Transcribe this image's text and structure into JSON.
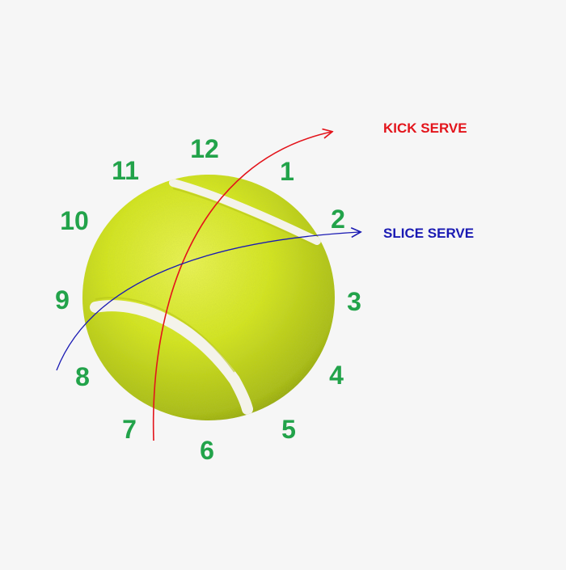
{
  "colors": {
    "background": "#f6f6f6",
    "ball": "#d6e81f",
    "ball_shadow": "#7f9208",
    "seam": "#f4f3ea",
    "clock_numbers": "#22a34a",
    "kick_serve": "#e3141b",
    "slice_serve": "#1a1ab3"
  },
  "clock_numbers": [
    "12",
    "1",
    "2",
    "3",
    "4",
    "5",
    "6",
    "7",
    "8",
    "9",
    "10",
    "11"
  ],
  "serves": {
    "kick": {
      "label": "KICK SERVE",
      "icon": "curved-arrow-icon"
    },
    "slice": {
      "label": "SLICE SERVE",
      "icon": "curved-arrow-icon"
    }
  }
}
